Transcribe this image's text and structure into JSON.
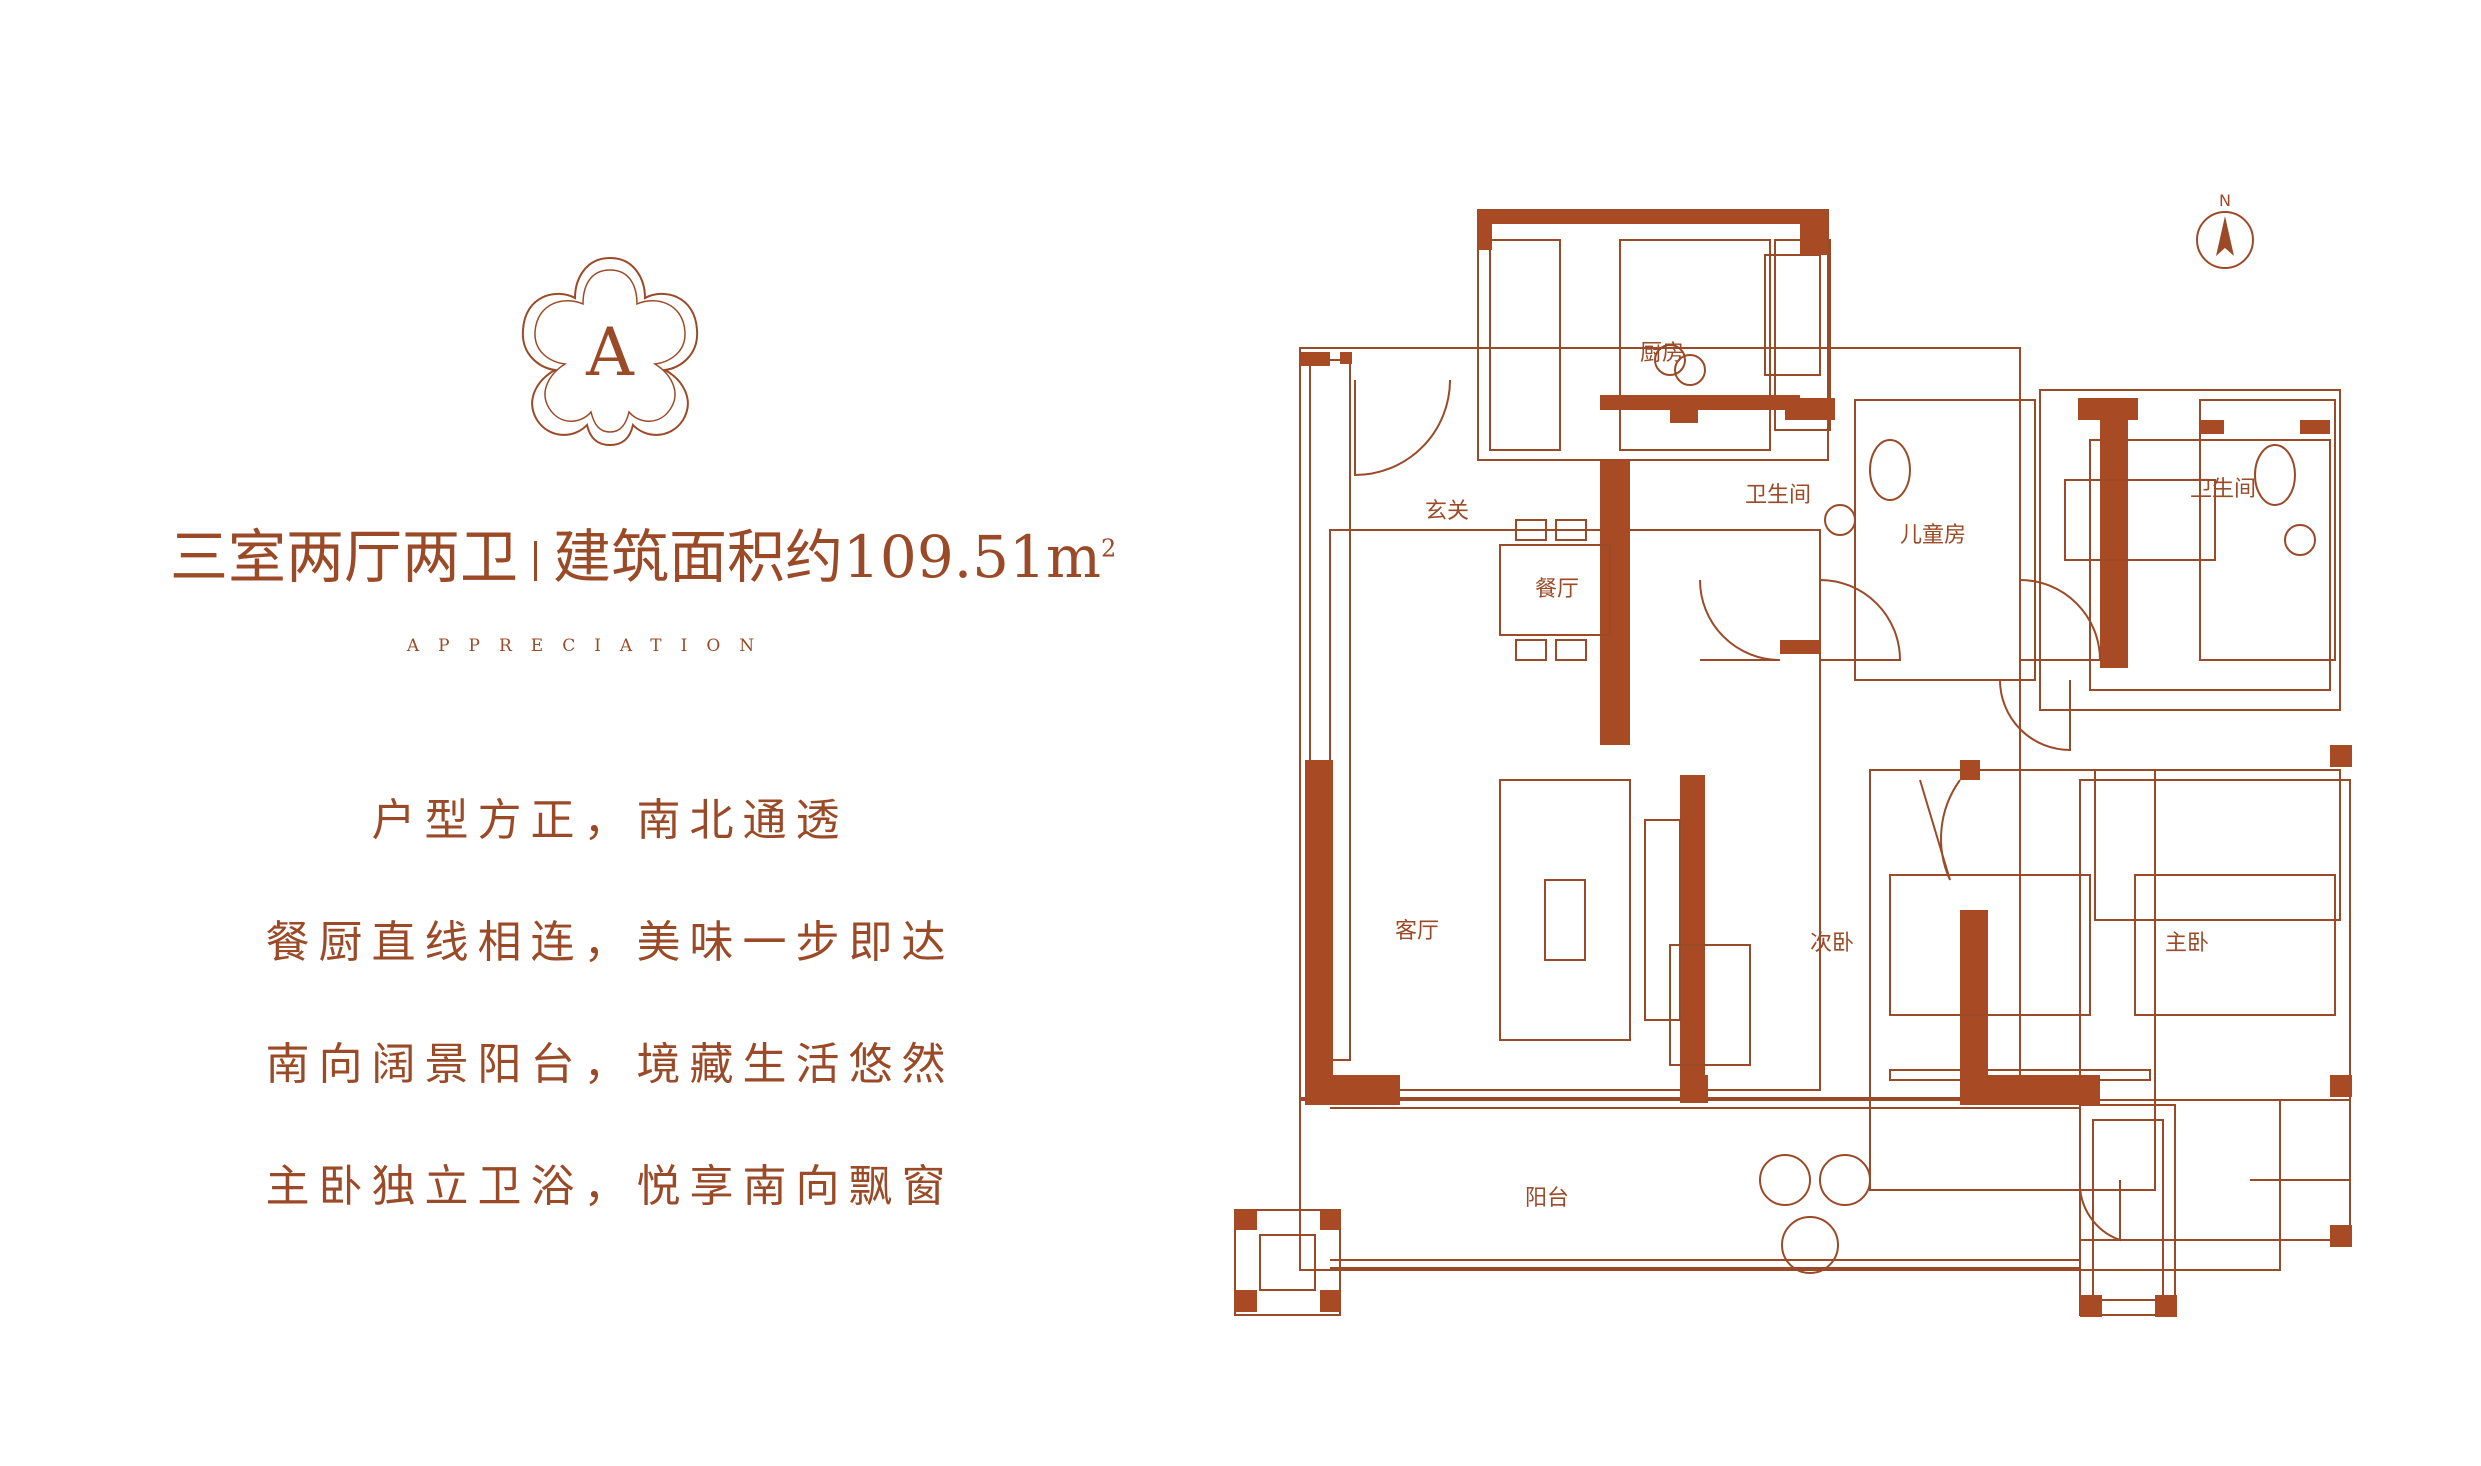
{
  "badge": {
    "letter": "A"
  },
  "headline": {
    "layout": "三室两厅两卫",
    "area_text": "建筑面积约109.51",
    "unit": "m",
    "unit_sup": "2"
  },
  "subtitle": "APPRECIATION",
  "features": [
    "户型方正，南北通透",
    "餐厨直线相连，美味一步即达",
    "南向阔景阳台，境藏生活悠然",
    "主卧独立卫浴，悦享南向飘窗"
  ],
  "plan": {
    "compass": "N",
    "rooms": {
      "kitchen": "厨房",
      "entry": "玄关",
      "dining": "餐厅",
      "bath_public": "卫生间",
      "kids_room": "儿童房",
      "bath_master": "卫生间",
      "living": "客厅",
      "second_bedroom": "次卧",
      "master_bedroom": "主卧",
      "balcony": "阳台"
    }
  },
  "colors": {
    "accent": "#9b4a28",
    "wall": "#a84a24",
    "background": "#ffffff"
  }
}
